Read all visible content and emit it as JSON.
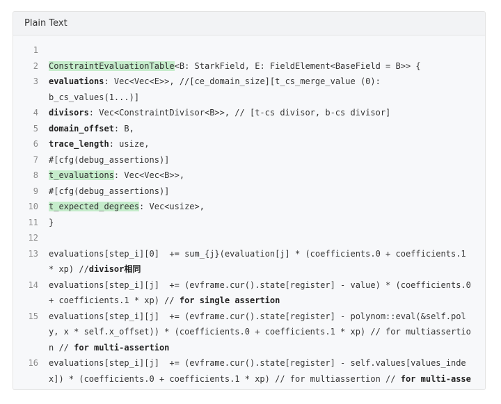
{
  "block": {
    "title": "Plain Text"
  },
  "lines": {
    "l1": {
      "num": "1"
    },
    "l2": {
      "num": "2",
      "a": "ConstraintEvaluationTable",
      "b": "<B: StarkField, E: FieldElement<BaseField = B>> {"
    },
    "l3": {
      "num": "3",
      "a": "evaluations",
      "b": ": Vec<Vec<E>>, //[ce_domain_size][t_cs_merge_value (0):",
      "c": "b_cs_values(1...)]"
    },
    "l4": {
      "num": "4",
      "a": "divisors",
      "b": ": Vec<ConstraintDivisor<B>>, // [t-cs divisor, b-cs divisor]"
    },
    "l5": {
      "num": "5",
      "a": "domain_offset",
      "b": ": B,"
    },
    "l6": {
      "num": "6",
      "a": "trace_length",
      "b": ": usize,"
    },
    "l7": {
      "num": "7",
      "b": "#[cfg(debug_assertions)]"
    },
    "l8": {
      "num": "8",
      "a": "t_evaluations",
      "b": ": Vec<Vec<B>>,"
    },
    "l9": {
      "num": "9",
      "b": "#[cfg(debug_assertions)]"
    },
    "l10": {
      "num": "10",
      "a": "t_expected_degrees",
      "b": ": Vec<usize>,"
    },
    "l11": {
      "num": "11",
      "b": "}"
    },
    "l12": {
      "num": "12"
    },
    "l13": {
      "num": "13",
      "b": "evaluations[step_i][0]  += sum_{j}(evaluation[j] * (coefficients.0 + coefficients.1 * xp) //",
      "c": "divisor相同"
    },
    "l14": {
      "num": "14",
      "b": "evaluations[step_i][j]  += (evframe.cur().state[register] - value) * (coefficients.0 + coefficients.1 * xp) // ",
      "c": "for single assertion"
    },
    "l15": {
      "num": "15",
      "b": "evaluations[step_i][j]  += (evframe.cur().state[register] - polynom::eval(&self.poly, x * self.x_offset)) * (coefficients.0 + coefficients.1 * xp) // for multiassertion // ",
      "c": "for multi-assertion"
    },
    "l16": {
      "num": "16",
      "b": "evaluations[step_i][j]  += (evframe.cur().state[register] - self.values[values_index]) * (coefficients.0 + coefficients.1 * xp) // for multiassertion // ",
      "c": "for multi-assertion large poly"
    }
  }
}
